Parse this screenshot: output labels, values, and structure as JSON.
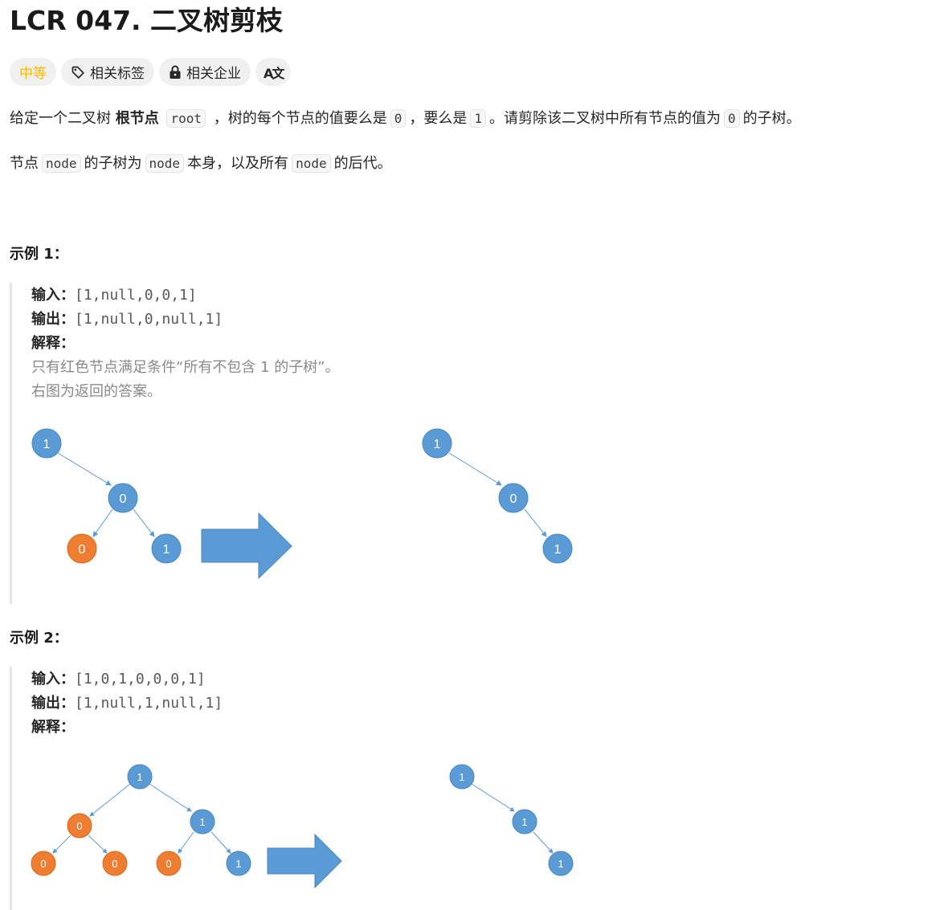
{
  "title": "LCR 047. 二叉树剪枝",
  "tags": {
    "difficulty": "中等",
    "related_topics": "相关标签",
    "related_companies": "相关企业",
    "translate_icon_text": "A文"
  },
  "description": {
    "p1": {
      "t1": "给定一个二叉树 ",
      "bold": "根节点",
      "code1": "root",
      "t2": " ，树的每个节点的值要么是",
      "code2": "0",
      "t3": "，要么是",
      "code3": "1",
      "t4": "。请剪除该二叉树中所有节点的值为",
      "code4": "0",
      "t5": "的子树。"
    },
    "p2": {
      "t1": "节点",
      "code1": "node",
      "t2": "的子树为",
      "code2": "node",
      "t3": "本身，以及所有",
      "code3": "node",
      "t4": "的后代。"
    }
  },
  "examples": [
    {
      "title": "示例 1：",
      "input_label": "输入：",
      "input": "[1,null,0,0,1]",
      "output_label": "输出：",
      "output": "[1,null,0,null,1]",
      "explain_label": "解释：",
      "explain_lines": [
        "只有红色节点满足条件“所有不包含 1 的子树”。",
        "右图为返回的答案。"
      ],
      "before_nodes": [
        "1",
        "0",
        "0",
        "1"
      ],
      "after_nodes": [
        "1",
        "0",
        "1"
      ]
    },
    {
      "title": "示例 2：",
      "input_label": "输入：",
      "input": "[1,0,1,0,0,0,1]",
      "output_label": "输出：",
      "output": "[1,null,1,null,1]",
      "explain_label": "解释：",
      "before_nodes": [
        "1",
        "0",
        "1",
        "0",
        "0",
        "0",
        "1"
      ],
      "after_nodes": [
        "1",
        "1",
        "1"
      ]
    }
  ],
  "colors": {
    "kept_node": "#5b9bd5",
    "pruned_node": "#ed7d31",
    "arrow": "#5b9bd5",
    "difficulty": "#ffb800"
  }
}
